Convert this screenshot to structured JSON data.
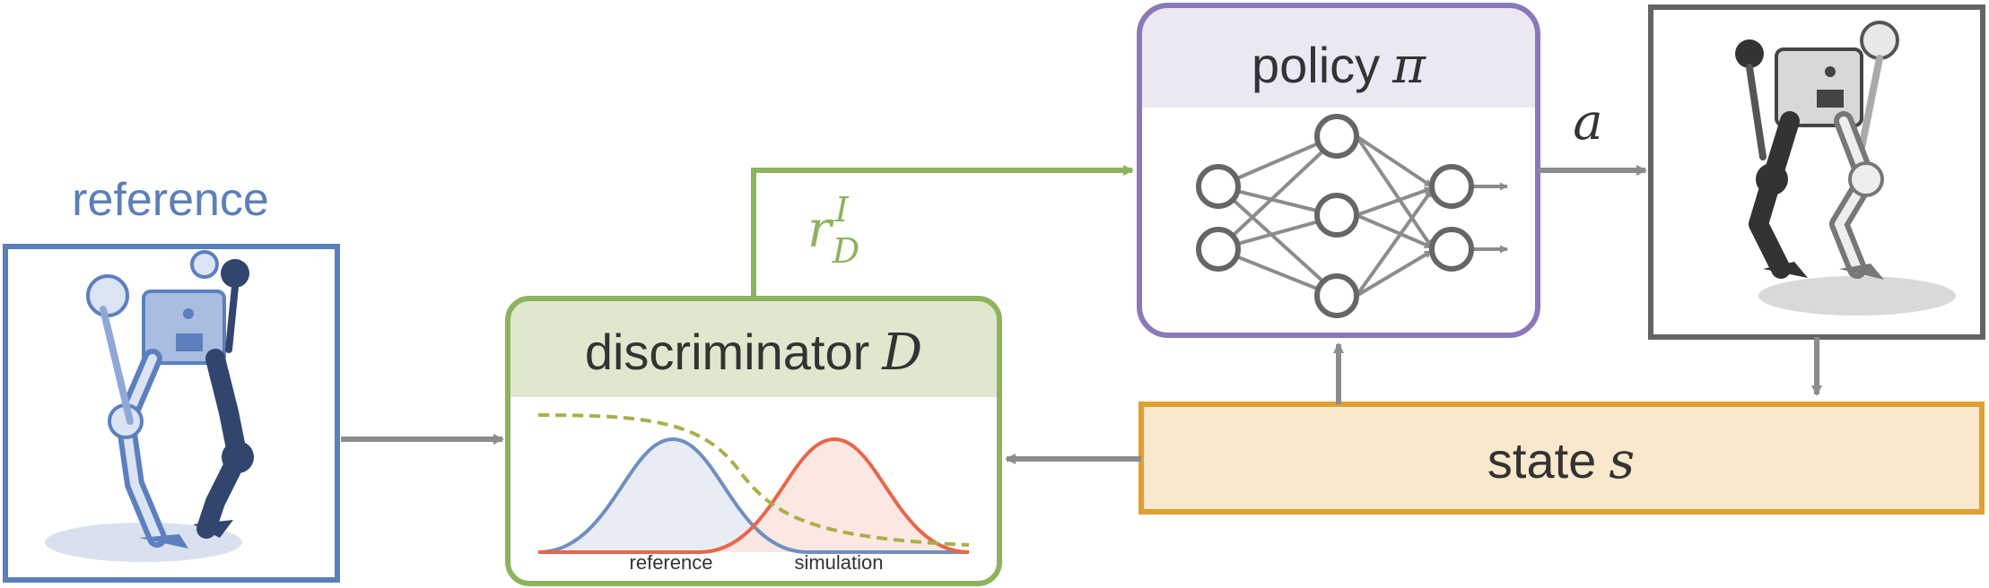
{
  "colors": {
    "reference": "#5b7fb8",
    "reference_robot": "#5c7fc0",
    "discriminator_border": "#8db35e",
    "discriminator_header": "#dfe8cf",
    "reward": "#8db35e",
    "policy_border": "#8a78b8",
    "policy_header": "#ebe8f4",
    "state_border": "#e0a030",
    "state_fill": "#f9e8cc",
    "output_border": "#646464",
    "arrow": "#8c8c8c",
    "ref_curve": "#6f8fc0",
    "sim_curve": "#e8664a",
    "dashed_curve": "#aab04a"
  },
  "icons": {
    "reference_robot": "biped-robot-icon",
    "output_robot": "biped-robot-icon",
    "network": "neural-network-icon"
  },
  "labels": {
    "reference_title": "reference",
    "discriminator_word": "discriminator",
    "discriminator_symbol": "D",
    "policy_word": "policy",
    "policy_symbol": "π",
    "state_word": "state",
    "state_symbol": "s",
    "action_symbol": "a",
    "reward_base": "r",
    "reward_sup": "I",
    "reward_sub": "D",
    "curve_reference": "reference",
    "curve_simulation": "simulation"
  }
}
